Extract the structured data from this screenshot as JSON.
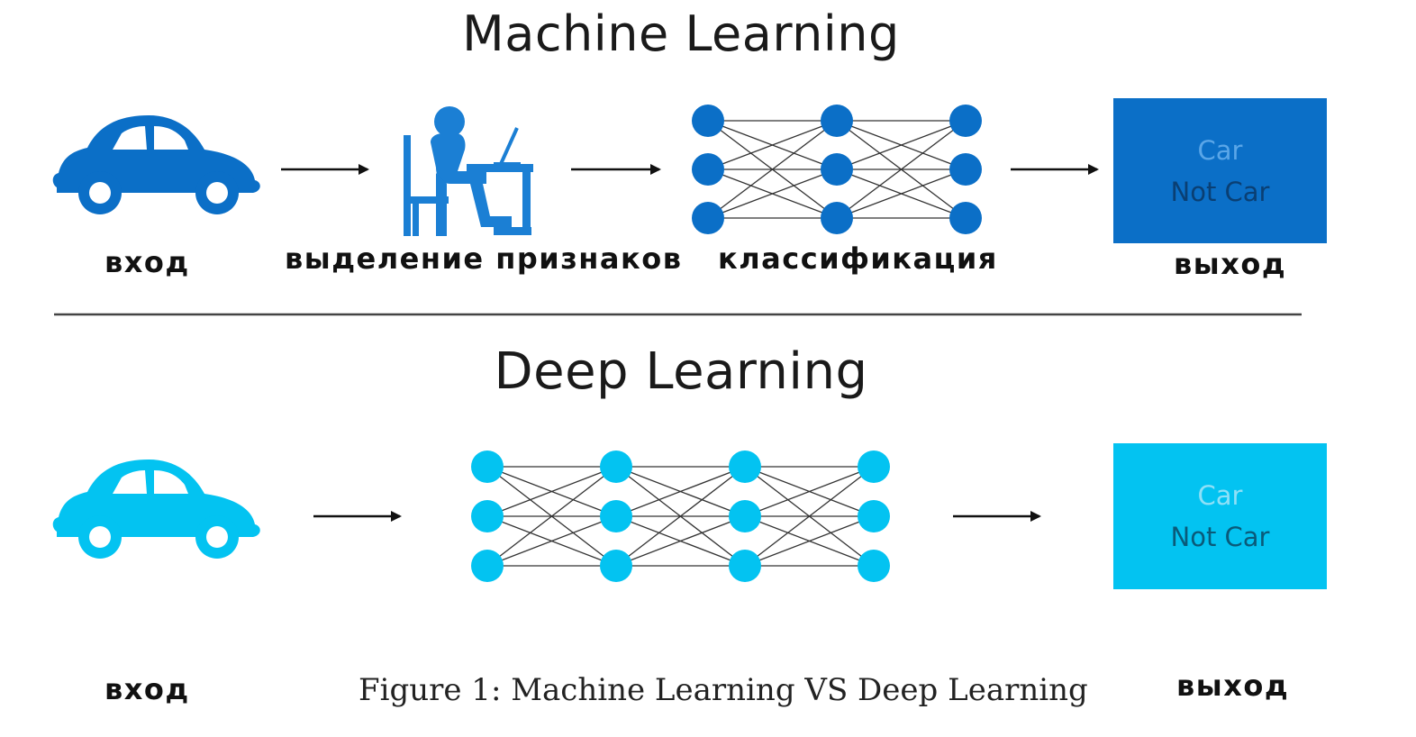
{
  "machine_learning": {
    "title": "Machine Learning",
    "labels": {
      "input": "вход",
      "feature_extraction": "выделение признаков",
      "classification": "классификация",
      "output": "выход"
    },
    "output_box": {
      "option_1": "Car",
      "option_2": "Not Car"
    },
    "colors": {
      "car": "#0b6fc7",
      "person": "#1b7fd4",
      "nodes": "#0b6fc7",
      "box": "#0b6fc7"
    },
    "network": {
      "layers": 3,
      "nodes_per_layer": 3
    }
  },
  "deep_learning": {
    "title": "Deep Learning",
    "labels": {
      "input": "вход",
      "output": "выход"
    },
    "output_box": {
      "option_1": "Car",
      "option_2": "Not Car"
    },
    "colors": {
      "car": "#03c3f1",
      "nodes": "#03c3f1",
      "box": "#03c3f1"
    },
    "network": {
      "layers": 4,
      "nodes_per_layer": 3
    }
  },
  "caption": "Figure 1: Machine Learning VS Deep Learning",
  "icons": [
    "car-icon",
    "person-at-computer-icon",
    "neural-network-icon",
    "arrow-right-icon"
  ]
}
